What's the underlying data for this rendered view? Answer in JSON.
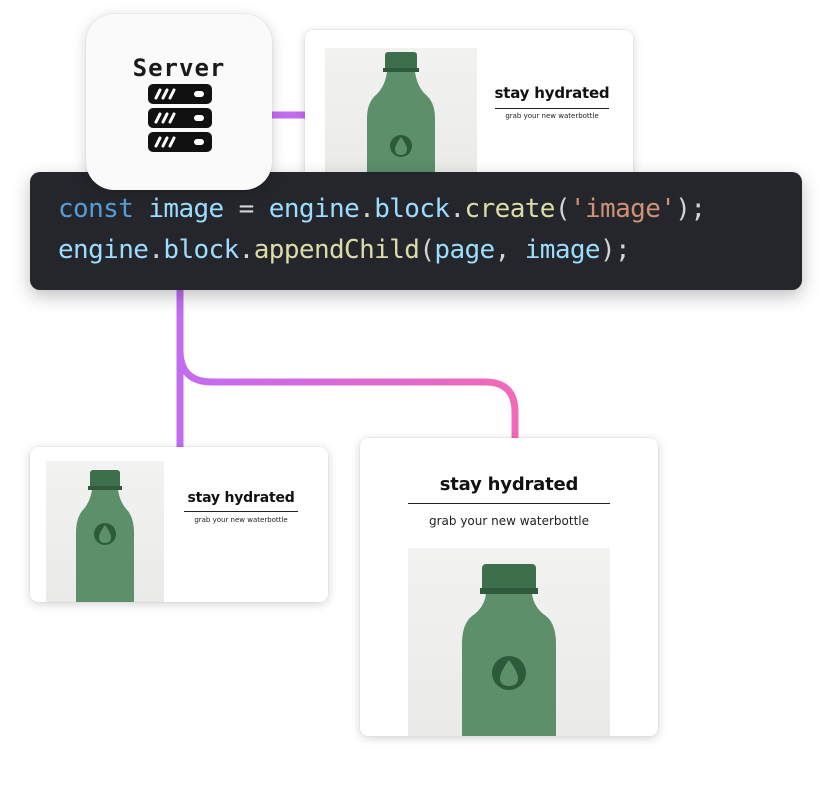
{
  "server": {
    "label": "Server",
    "icon": "server-rack-icon"
  },
  "code": {
    "line1": [
      {
        "t": "const",
        "k": "kw"
      },
      {
        "t": " ",
        "k": "punc"
      },
      {
        "t": "image",
        "k": "var"
      },
      {
        "t": " = ",
        "k": "punc"
      },
      {
        "t": "engine",
        "k": "var"
      },
      {
        "t": ".",
        "k": "punc"
      },
      {
        "t": "block",
        "k": "var"
      },
      {
        "t": ".",
        "k": "punc"
      },
      {
        "t": "create",
        "k": "fn"
      },
      {
        "t": "(",
        "k": "punc"
      },
      {
        "t": "'image'",
        "k": "str"
      },
      {
        "t": ");",
        "k": "punc"
      }
    ],
    "line2": [
      {
        "t": "engine",
        "k": "var"
      },
      {
        "t": ".",
        "k": "punc"
      },
      {
        "t": "block",
        "k": "var"
      },
      {
        "t": ".",
        "k": "punc"
      },
      {
        "t": "appendChild",
        "k": "fn"
      },
      {
        "t": "(",
        "k": "punc"
      },
      {
        "t": "page",
        "k": "var"
      },
      {
        "t": ", ",
        "k": "punc"
      },
      {
        "t": "image",
        "k": "var"
      },
      {
        "t": ");",
        "k": "punc"
      }
    ]
  },
  "designs": {
    "top": {
      "headline": "stay hydrated",
      "subline": "grab your new waterbottle"
    },
    "bottom_left": {
      "headline": "stay hydrated",
      "subline": "grab your new waterbottle"
    },
    "bottom_right": {
      "headline": "stay hydrated",
      "subline": "grab your new waterbottle"
    }
  },
  "colors": {
    "connector_purple": "#c26cf0",
    "connector_pink": "#f06ab8",
    "code_background": "#25262b",
    "bottle_green": "#5c8f6a"
  }
}
